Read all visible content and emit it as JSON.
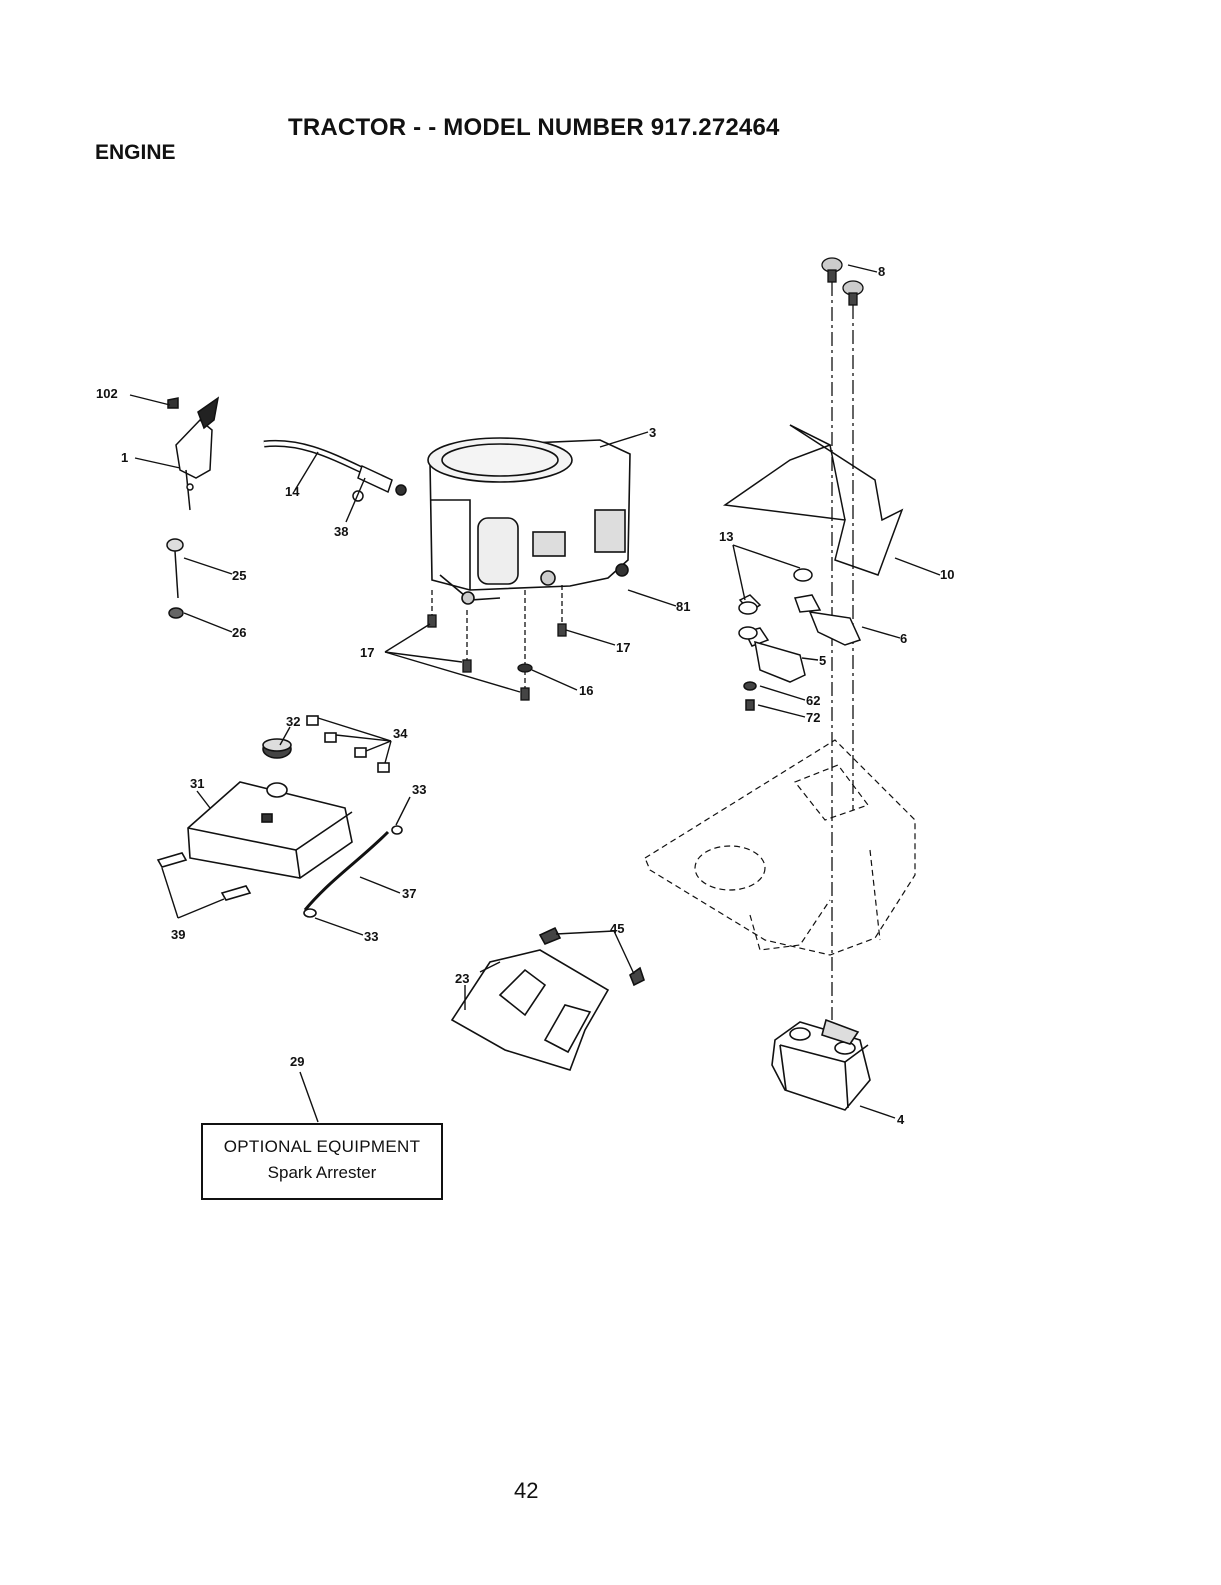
{
  "header": {
    "title": "TRACTOR - - MODEL NUMBER 917.272464",
    "section": "ENGINE"
  },
  "callouts": [
    "102",
    "1",
    "14",
    "38",
    "3",
    "8",
    "10",
    "13",
    "6",
    "5",
    "62",
    "72",
    "81",
    "17",
    "17",
    "16",
    "25",
    "26",
    "32",
    "34",
    "31",
    "33",
    "37",
    "33",
    "39",
    "45",
    "23",
    "29",
    "4"
  ],
  "optional_box": {
    "line1": "OPTIONAL EQUIPMENT",
    "line2": "Spark Arrester"
  },
  "footer": {
    "page_number": "42"
  }
}
